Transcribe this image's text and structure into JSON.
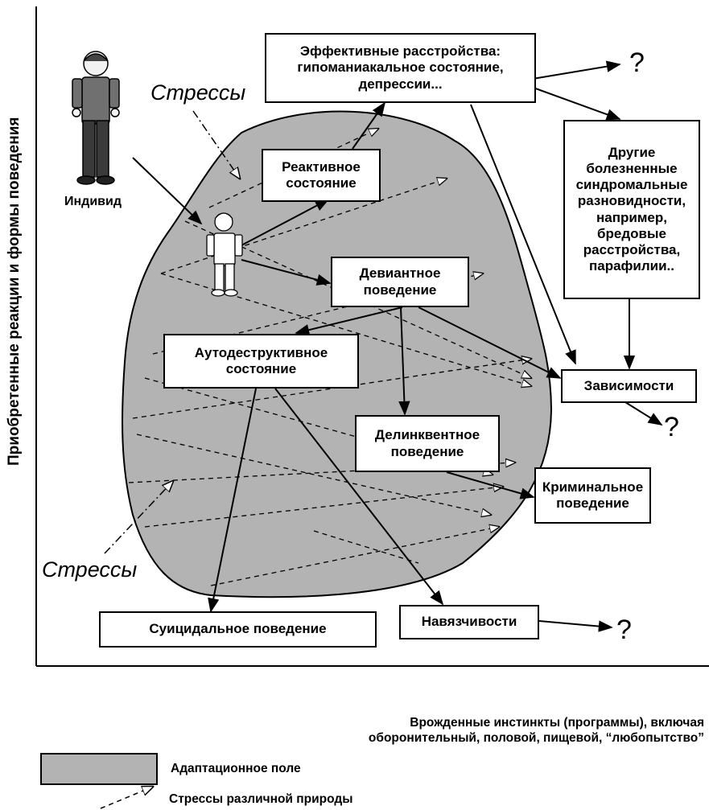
{
  "y_axis_label": "Приобретенные реакции и формы поведения",
  "stress_labels": [
    "Стрессы",
    "Стрессы"
  ],
  "individual_label": "Индивид",
  "boxes": {
    "affective": "Эффективные расстройства:\nгипоманиакальное состояние,\nдепрессии...",
    "reactive": "Реактивное\nсостояние",
    "deviant": "Девиантное\nповедение",
    "autodestructive": "Аутодеструктивное\nсостояние",
    "delinquent": "Делинквентное\nповедение",
    "criminal": "Криминальное\nповедение",
    "addictions": "Зависимости",
    "other": "Другие\nболезненные\nсиндромальные\nразновидности,\nнапример,\nбредовые\nрасстройства,\nпарафилии..",
    "suicidal": "Суицидальное поведение",
    "obsessions": "Навязчивости"
  },
  "question_mark": "?",
  "innate_label": "Врожденные инстинкты (программы), включая\nоборонительный, половой, пищевой, “любопытство”",
  "legend": {
    "field": "Адаптационное поле",
    "stresses": "Стрессы различной природы"
  },
  "colors": {
    "field_fill": "#b3b3b3",
    "stroke": "#000000"
  }
}
